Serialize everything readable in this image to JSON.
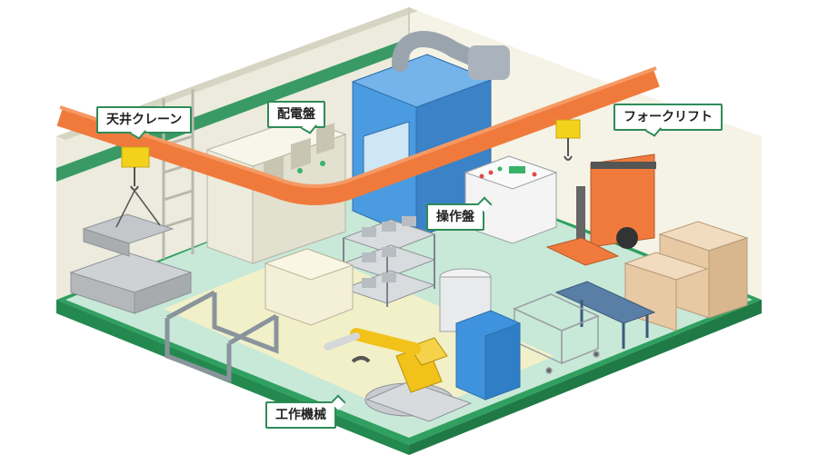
{
  "labels": {
    "overhead_crane": "天井クレーン",
    "distribution_panel": "配電盤",
    "forklift": "フォークリフト",
    "control_panel": "操作盤",
    "machine_tool": "工作機械"
  },
  "colors": {
    "callout_border": "#2e8b57",
    "floor": "#c8e8d8",
    "floor_walkway": "#f2f0c8",
    "wall": "#ecebdd",
    "wall_stripe": "#3a9a66",
    "crane_rail": "#f07a3c",
    "crane_hoist": "#f3d21c",
    "machine_body": "#3f93de",
    "robot_arm": "#f2c21a",
    "forklift_body": "#f07a3c",
    "boxes": "#e7c9a4"
  }
}
